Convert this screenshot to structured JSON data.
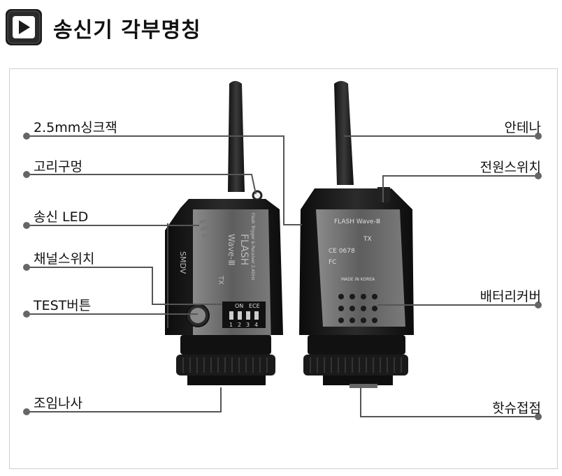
{
  "header": {
    "title": "송신기 각부명칭"
  },
  "labels_left": [
    {
      "id": "sync-jack",
      "text": "2.5mm싱크잭"
    },
    {
      "id": "hanging-hole",
      "text": "고리구멍"
    },
    {
      "id": "transmit-led",
      "text": "송신 LED"
    },
    {
      "id": "channel-switch",
      "text": "채널스위치"
    },
    {
      "id": "test-button",
      "text": "TEST버튼"
    },
    {
      "id": "lock-screw",
      "text": "조임나사"
    }
  ],
  "labels_right": [
    {
      "id": "antenna",
      "text": "안테나"
    },
    {
      "id": "power-switch",
      "text": "전원스위치"
    },
    {
      "id": "battery-cover",
      "text": "배터리커버"
    },
    {
      "id": "hotshoe-contact",
      "text": "핫슈접점"
    }
  ],
  "device": {
    "front_panel_text": [
      "FLASH",
      "Wave-Ⅲ",
      "TX"
    ],
    "side_brand": "SMDV",
    "front_small_text": "Flash Trigger & Receiver 2.4GHz",
    "dip_switch_labels": [
      "ON",
      "ECE"
    ],
    "dip_numbers": [
      "1",
      "2",
      "3",
      "4"
    ],
    "back_panel_text": [
      "FLASH Wave-Ⅲ",
      "TX",
      "CE 0678",
      "FC",
      "MADE IN KOREA"
    ]
  },
  "colors": {
    "line": "#555555",
    "dot": "#666666",
    "device": "#1a1a1a",
    "panel": "#6e6e6e"
  }
}
